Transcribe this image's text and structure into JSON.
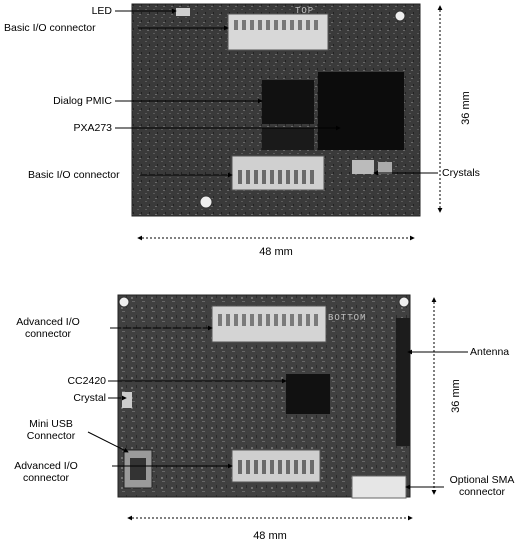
{
  "top_board": {
    "silkscreen": "TOP",
    "labels": {
      "led": "LED",
      "basic_io_1": "Basic I/O connector",
      "dialog_pmic": "Dialog PMIC",
      "pxa273": "PXA273",
      "basic_io_2": "Basic I/O connector",
      "crystals": "Crystals"
    },
    "width": "48 mm",
    "height": "36 mm"
  },
  "bottom_board": {
    "silkscreen": "BOTTOM",
    "labels": {
      "advanced_io_1": "Advanced I/O connector",
      "antenna": "Antenna",
      "cc2420": "CC2420",
      "crystal": "Crystal",
      "mini_usb": "Mini USB Connector",
      "advanced_io_2": "Advanced I/O connector",
      "optional_sma": "Optional SMA connector"
    },
    "width": "48 mm",
    "height": "36 mm"
  }
}
